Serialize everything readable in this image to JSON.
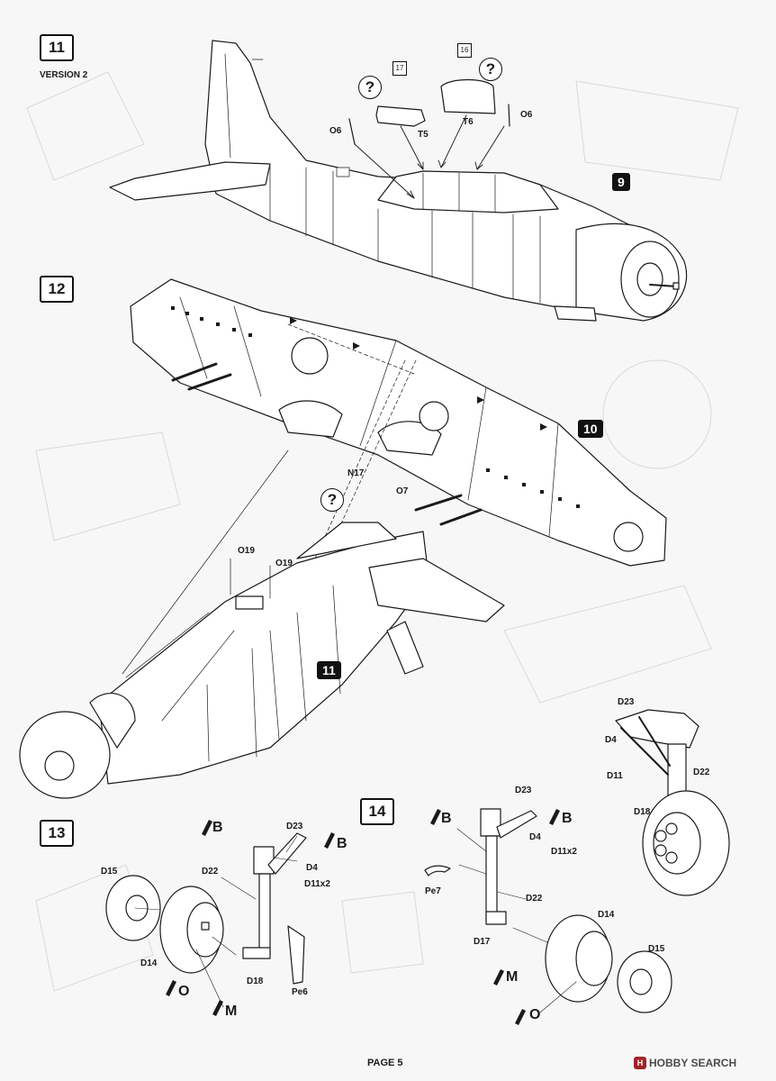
{
  "steps": {
    "s11": "11",
    "s12": "12",
    "s13": "13",
    "s14": "14"
  },
  "version": "VERSION 2",
  "refs": {
    "r9": "9",
    "r10": "10",
    "r11": "11"
  },
  "parts": {
    "T5": "T5",
    "T6": "T6",
    "O6_left": "O6",
    "O6_right": "O6",
    "tag17": "17",
    "tag16": "16",
    "N17": "N17",
    "O7": "O7",
    "O19_a": "O19",
    "O19_b": "O19",
    "s13_D23": "D23",
    "s13_D22": "D22",
    "s13_D4": "D4",
    "s13_D11": "D11x2",
    "s13_D15": "D15",
    "s13_D14": "D14",
    "s13_D18": "D18",
    "s13_Pe6": "Pe6",
    "s14_D23": "D23",
    "s14_D4": "D4",
    "s14_D11": "D11x2",
    "s14_Pe7": "Pe7",
    "s14_D22": "D22",
    "s14_D17": "D17",
    "s14_D14": "D14",
    "s14_D15": "D15",
    "det_D23": "D23",
    "det_D4": "D4",
    "det_D11": "D11",
    "det_D22": "D22",
    "det_D18": "D18"
  },
  "paint": {
    "s13_B1": "B",
    "s13_B2": "B",
    "s13_O": "O",
    "s13_M": "M",
    "s14_B1": "B",
    "s14_B2": "B",
    "s14_M": "M",
    "s14_O": "O"
  },
  "question_mark": "?",
  "page_label": "PAGE 5",
  "watermark": "HOBBY SEARCH",
  "watermark_logo": "H"
}
